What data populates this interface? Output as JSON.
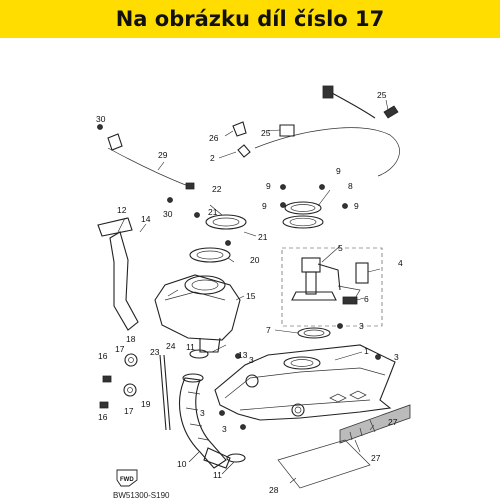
{
  "banner": {
    "text": "Na obrázku díl číslo 17",
    "color": "#ffdd00"
  },
  "diagram": {
    "code": "BW51300-S190",
    "fwd_label": "FWD",
    "callouts": [
      {
        "id": "c1",
        "label": "1"
      },
      {
        "id": "c2",
        "label": "2"
      },
      {
        "id": "c3a",
        "label": "3"
      },
      {
        "id": "c3b",
        "label": "3"
      },
      {
        "id": "c3c",
        "label": "3"
      },
      {
        "id": "c3d",
        "label": "3"
      },
      {
        "id": "c3e",
        "label": "3"
      },
      {
        "id": "c4",
        "label": "4"
      },
      {
        "id": "c5",
        "label": "5"
      },
      {
        "id": "c6",
        "label": "6"
      },
      {
        "id": "c7",
        "label": "7"
      },
      {
        "id": "c8",
        "label": "8"
      },
      {
        "id": "c9a",
        "label": "9"
      },
      {
        "id": "c9b",
        "label": "9"
      },
      {
        "id": "c9c",
        "label": "9"
      },
      {
        "id": "c9d",
        "label": "9"
      },
      {
        "id": "c10",
        "label": "10"
      },
      {
        "id": "c11a",
        "label": "11"
      },
      {
        "id": "c11b",
        "label": "11"
      },
      {
        "id": "c12",
        "label": "12"
      },
      {
        "id": "c13",
        "label": "13"
      },
      {
        "id": "c14",
        "label": "14"
      },
      {
        "id": "c15",
        "label": "15"
      },
      {
        "id": "c16a",
        "label": "16"
      },
      {
        "id": "c16b",
        "label": "16"
      },
      {
        "id": "c17a",
        "label": "17"
      },
      {
        "id": "c17b",
        "label": "17"
      },
      {
        "id": "c18",
        "label": "18"
      },
      {
        "id": "c19",
        "label": "19"
      },
      {
        "id": "c20",
        "label": "20"
      },
      {
        "id": "c21a",
        "label": "21"
      },
      {
        "id": "c21b",
        "label": "21"
      },
      {
        "id": "c22",
        "label": "22"
      },
      {
        "id": "c23",
        "label": "23"
      },
      {
        "id": "c24",
        "label": "24"
      },
      {
        "id": "c25a",
        "label": "25"
      },
      {
        "id": "c25b",
        "label": "25"
      },
      {
        "id": "c26",
        "label": "26"
      },
      {
        "id": "c27a",
        "label": "27"
      },
      {
        "id": "c27b",
        "label": "27"
      },
      {
        "id": "c28",
        "label": "28"
      },
      {
        "id": "c29",
        "label": "29"
      },
      {
        "id": "c30a",
        "label": "30"
      },
      {
        "id": "c30b",
        "label": "30"
      }
    ]
  }
}
